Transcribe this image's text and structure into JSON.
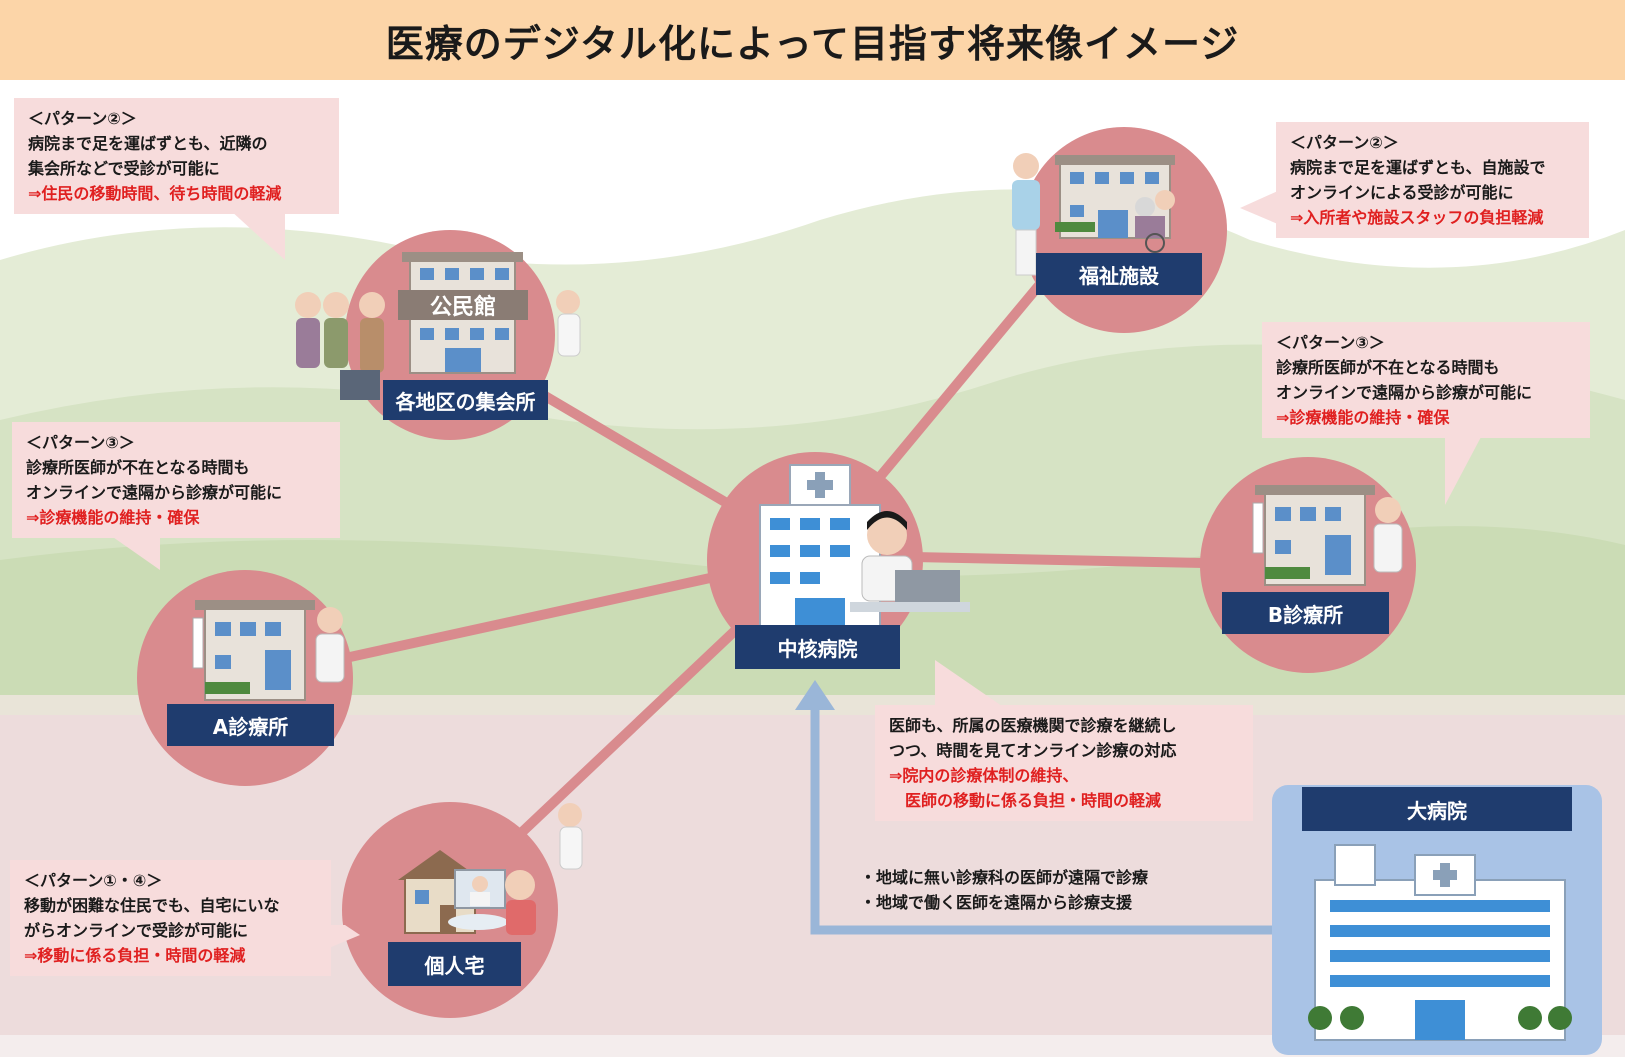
{
  "title": "医療のデジタル化によって目指す将来像イメージ",
  "hub": {
    "label": "中核病院"
  },
  "nodes": {
    "community": {
      "label": "各地区の集会所",
      "sign": "公民館"
    },
    "welfare": {
      "label": "福祉施設"
    },
    "clinic_a": {
      "label": "A診療所"
    },
    "clinic_b": {
      "label": "B診療所"
    },
    "home": {
      "label": "個人宅"
    },
    "big_hospital": {
      "label": "大病院"
    }
  },
  "callouts": {
    "community": {
      "head": "＜パターン②＞",
      "lines": [
        "病院まで足を運ばずとも、近隣の",
        "集会所などで受診が可能に"
      ],
      "red": "⇒住民の移動時間、待ち時間の軽減"
    },
    "welfare": {
      "head": "＜パターン②＞",
      "lines": [
        "病院まで足を運ばずとも、自施設で",
        "オンラインによる受診が可能に"
      ],
      "red": "⇒入所者や施設スタッフの負担軽減"
    },
    "clinic_a": {
      "head": "＜パターン③＞",
      "lines": [
        "診療所医師が不在となる時間も",
        "オンラインで遠隔から診療が可能に"
      ],
      "red": "⇒診療機能の維持・確保"
    },
    "clinic_b": {
      "head": "＜パターン③＞",
      "lines": [
        "診療所医師が不在となる時間も",
        "オンラインで遠隔から診療が可能に"
      ],
      "red": "⇒診療機能の維持・確保"
    },
    "home": {
      "head": "＜パターン①・④＞",
      "lines": [
        "移動が困難な住民でも、自宅にいな",
        "がらオンラインで受診が可能に"
      ],
      "red": "⇒移動に係る負担・時間の軽減"
    },
    "hub": {
      "lines": [
        "医師も、所属の医療機関で診療を継続し",
        "つつ、時間を見てオンライン診療の対応"
      ],
      "red_lines": [
        "⇒院内の診療体制の維持、",
        "　医師の移動に係る負担・時間の軽減"
      ]
    }
  },
  "big_hospital_notes": [
    "・地域に無い診療科の医師が遠隔で診療",
    "・地域で働く医師を遠隔から診療支援"
  ],
  "colors": {
    "header": "#fcd5a8",
    "circle": "#d98b8e",
    "line": "#d98b8e",
    "label_bg": "#1f3c6e",
    "callout_bg": "#f7dcdc",
    "red_text": "#e02020",
    "arrow": "#9ab6d8",
    "big_hospital_bg": "#a9c3e6"
  }
}
